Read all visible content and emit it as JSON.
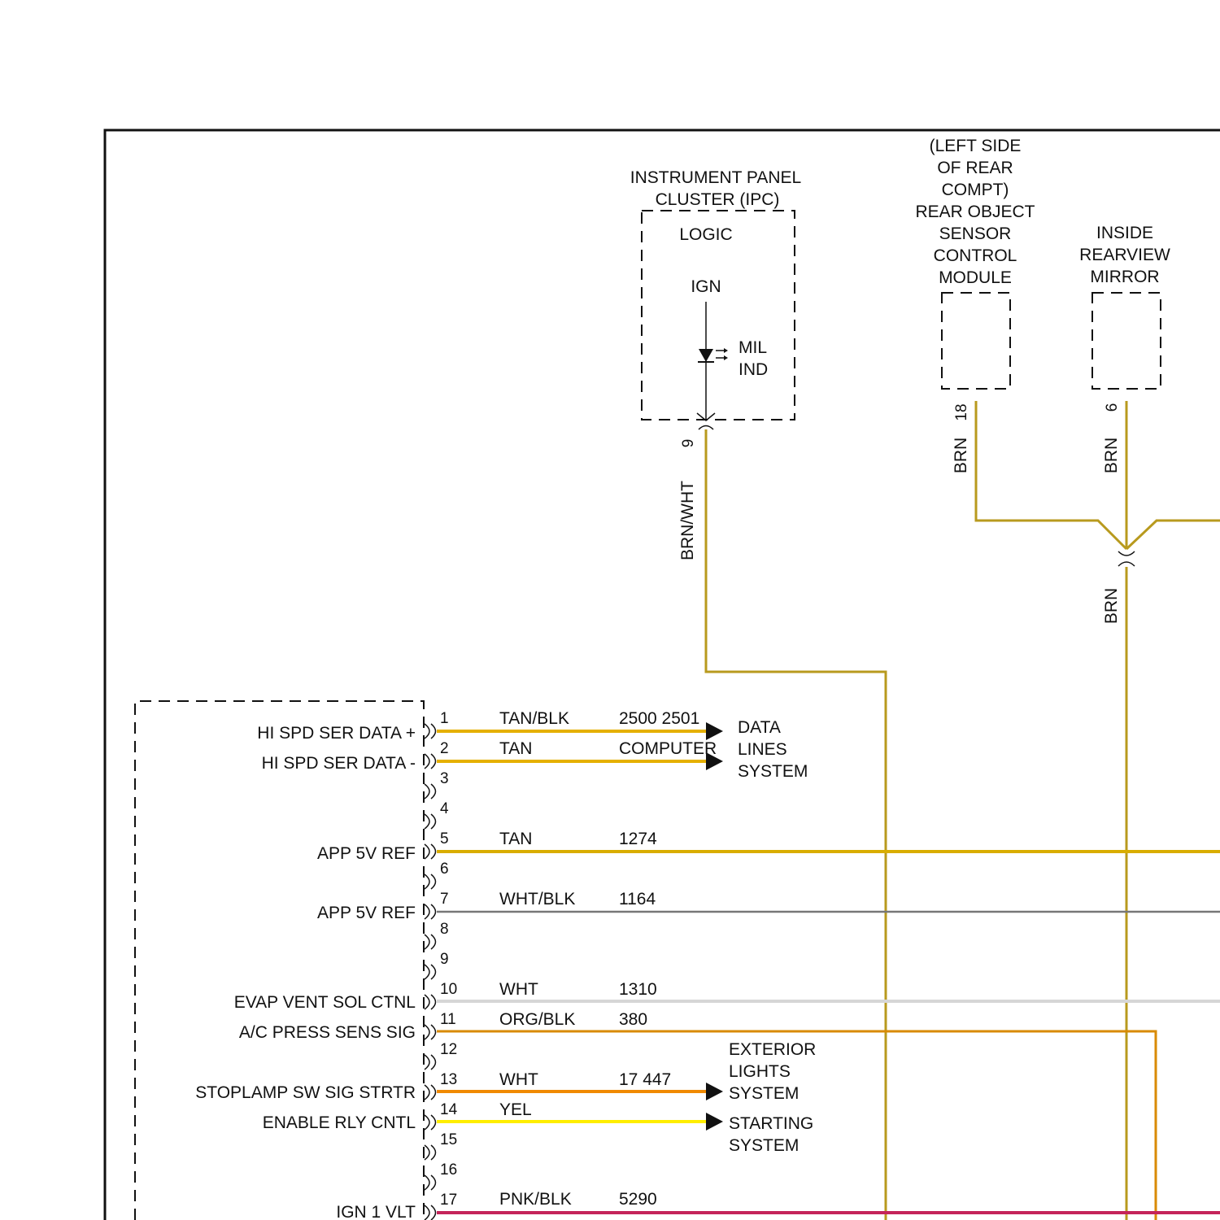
{
  "ipc": {
    "title": [
      "INSTRUMENT PANEL",
      "CLUSTER (IPC)"
    ],
    "logic_label": "LOGIC",
    "ign_label": "IGN",
    "lamp_label": [
      "MIL",
      "IND"
    ],
    "pin": "9",
    "wire_color": "BRN/WHT"
  },
  "rear_sensor": {
    "title": [
      "(LEFT SIDE",
      "OF REAR",
      "COMPT)",
      "REAR OBJECT",
      "SENSOR",
      "CONTROL",
      "MODULE"
    ],
    "pin": "18",
    "wire_color": "BRN"
  },
  "mirror": {
    "title": [
      "INSIDE",
      "REARVIEW",
      "MIRROR"
    ],
    "pin": "6",
    "wire_color": "BRN"
  },
  "splice": {
    "wire_color": "BRN"
  },
  "ecm": {
    "pins": [
      "1",
      "2",
      "3",
      "4",
      "5",
      "6",
      "7",
      "8",
      "9",
      "10",
      "11",
      "12",
      "13",
      "14",
      "15",
      "16",
      "17"
    ],
    "signals": [
      {
        "pin": "1",
        "name": "HI SPD SER DATA +",
        "wire": "TAN/BLK",
        "circuit": "2500 2501",
        "color": "#e5b000"
      },
      {
        "pin": "2",
        "name": "HI SPD SER DATA -",
        "wire": "TAN",
        "circuit": "COMPUTER",
        "color": "#e5b000"
      },
      {
        "pin": "5",
        "name": "APP 5V REF",
        "wire": "TAN",
        "circuit": "1274",
        "color": "#d9ad00"
      },
      {
        "pin": "7",
        "name": "APP 5V REF",
        "wire": "WHT/BLK",
        "circuit": "1164",
        "color": "#777777"
      },
      {
        "pin": "10",
        "name": "EVAP VENT SOL CTNL",
        "wire": "WHT",
        "circuit": "1310",
        "color": "#d6d6d6"
      },
      {
        "pin": "11",
        "name": "A/C PRESS SENS SIG",
        "wire": "ORG/BLK",
        "circuit": "380",
        "color": "#d98a00"
      },
      {
        "pin": "13",
        "name": "STOPLAMP SW SIG STRTR",
        "wire": "WHT",
        "circuit": "17 447",
        "color": "#f08a00"
      },
      {
        "pin": "14",
        "name": "ENABLE RLY CNTL",
        "wire": "YEL",
        "circuit": "",
        "color": "#ffee00"
      },
      {
        "pin": "17",
        "name": "IGN 1 VLT",
        "wire": "PNK/BLK",
        "circuit": "5290",
        "color": "#c4245a"
      }
    ]
  },
  "destinations": {
    "data_lines": [
      "DATA",
      "LINES",
      "SYSTEM"
    ],
    "exterior_lights": [
      "EXTERIOR",
      "LIGHTS",
      "SYSTEM"
    ],
    "starting": [
      "STARTING",
      "SYSTEM"
    ]
  },
  "colors": {
    "brn": "#b89a1e",
    "tan": "#e5b000",
    "border": "#111111"
  }
}
